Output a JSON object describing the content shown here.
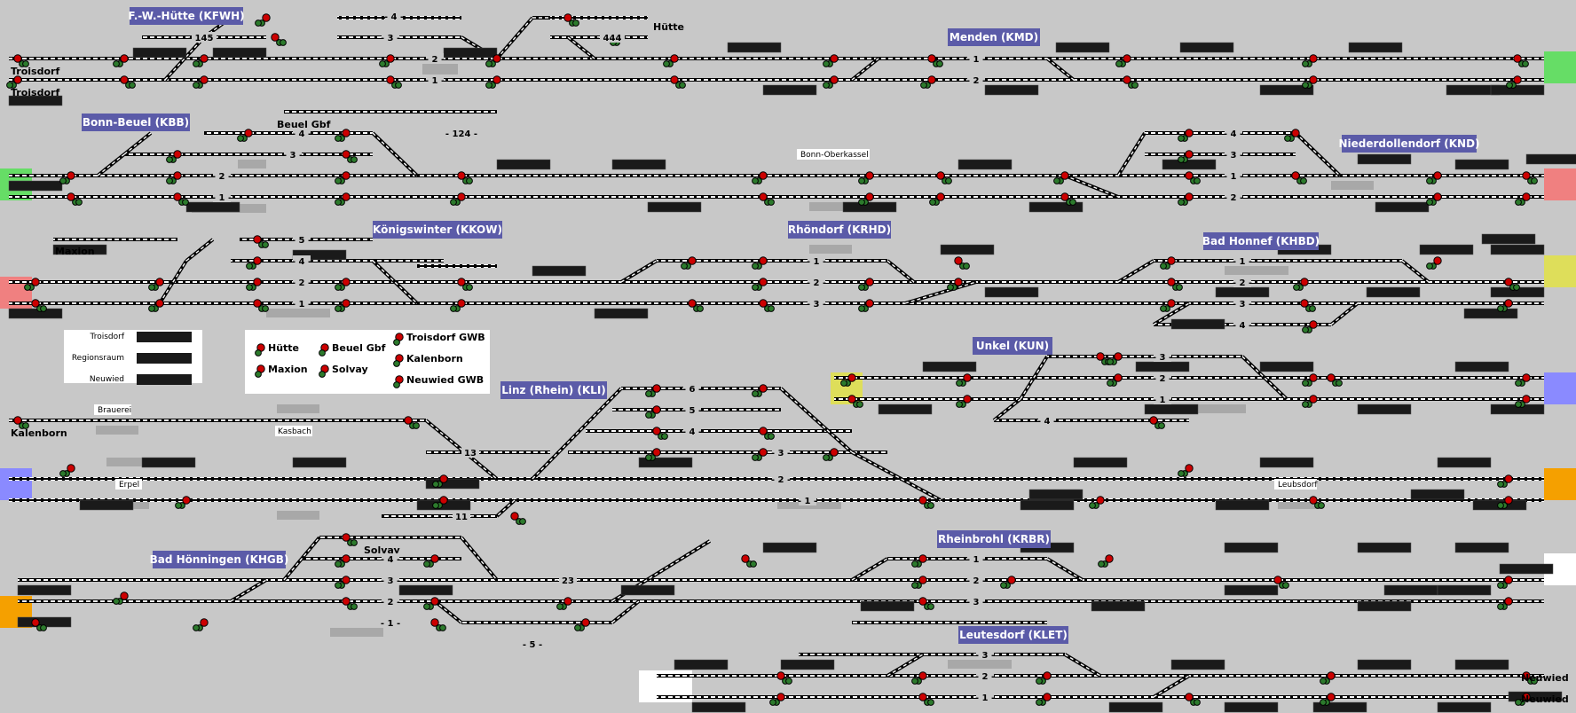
{
  "colors": {
    "background": "#c8c8c8",
    "track": "#000000",
    "track_dash": "#ffffff",
    "station_box": "#5b5ba8",
    "signal_red": "#cc0000",
    "signal_green": "#2c7a2c",
    "entry_green": "#66dd66",
    "entry_red": "#f08080",
    "entry_yellow": "#dede5a",
    "entry_blue": "#8a8aff",
    "entry_orange": "#f5a000",
    "entry_white": "#ffffff",
    "block_dark": "#1a1a1a",
    "shade": "#a8a8a8"
  },
  "stations": [
    {
      "id": "st-fwh",
      "label": "F.-W.-Hütte (KFWH)"
    },
    {
      "id": "st-kmd",
      "label": "Menden (KMD)"
    },
    {
      "id": "st-kbb",
      "label": "Bonn-Beuel (KBB)"
    },
    {
      "id": "st-knd",
      "label": "Niederdollendorf (KND)"
    },
    {
      "id": "st-kkow",
      "label": "Königswinter (KKOW)"
    },
    {
      "id": "st-krhd",
      "label": "Rhöndorf (KRHD)"
    },
    {
      "id": "st-khbd",
      "label": "Bad Honnef (KHBD)"
    },
    {
      "id": "st-kun",
      "label": "Unkel (KUN)"
    },
    {
      "id": "st-kli",
      "label": "Linz (Rhein) (KLI)"
    },
    {
      "id": "st-khgb",
      "label": "Bad Hönningen (KHGB)"
    },
    {
      "id": "st-krbr",
      "label": "Rheinbrohl (KRBR)"
    },
    {
      "id": "st-klet",
      "label": "Leutesdorf (KLET)"
    }
  ],
  "places": [
    {
      "id": "pl-troisdorf-1",
      "label": "Troisdorf"
    },
    {
      "id": "pl-troisdorf-2",
      "label": "Troisdorf"
    },
    {
      "id": "pl-huette",
      "label": "Hütte"
    },
    {
      "id": "pl-beuel-gbf",
      "label": "Beuel Gbf"
    },
    {
      "id": "pl-maxion",
      "label": "Maxion"
    },
    {
      "id": "pl-kalenborn",
      "label": "Kalenborn"
    },
    {
      "id": "pl-solvay",
      "label": "Solvay"
    },
    {
      "id": "pl-neuwied-1",
      "label": "Neuwied"
    },
    {
      "id": "pl-neuwied-2",
      "label": "Neuwied"
    }
  ],
  "small_labels": [
    {
      "id": "sl-bonn-oberkassel",
      "label": "Bonn-Oberkassel"
    },
    {
      "id": "sl-brauerei",
      "label": "Brauerei"
    },
    {
      "id": "sl-kasbach",
      "label": "Kasbach"
    },
    {
      "id": "sl-erpel",
      "label": "Erpel"
    },
    {
      "id": "sl-leubsdorf",
      "label": "Leubsdorf"
    }
  ],
  "legend_counters": {
    "rows": [
      {
        "label": "Troisdorf"
      },
      {
        "label": "Regionsraum"
      },
      {
        "label": "Neuwied"
      }
    ]
  },
  "legend_sidings": {
    "items": [
      {
        "label": "Hütte"
      },
      {
        "label": "Beuel Gbf"
      },
      {
        "label": "Troisdorf GWB"
      },
      {
        "label": "Maxion"
      },
      {
        "label": "Solvay"
      },
      {
        "label": "Kalenborn"
      },
      {
        "label": "Neuwied GWB"
      }
    ]
  },
  "track_numbers": [
    {
      "id": "tn-fwh-4",
      "label": "4"
    },
    {
      "id": "tn-fwh-3",
      "label": "3"
    },
    {
      "id": "tn-fwh-2",
      "label": "2"
    },
    {
      "id": "tn-fwh-1",
      "label": "1"
    },
    {
      "id": "tn-fwh-145",
      "label": "145"
    },
    {
      "id": "tn-huette-444",
      "label": "444"
    },
    {
      "id": "tn-kmd-1",
      "label": "1"
    },
    {
      "id": "tn-kmd-2",
      "label": "2"
    },
    {
      "id": "tn-kbb-4",
      "label": "4"
    },
    {
      "id": "tn-kbb-3",
      "label": "3"
    },
    {
      "id": "tn-kbb-2",
      "label": "2"
    },
    {
      "id": "tn-kbb-1",
      "label": "1"
    },
    {
      "id": "tn-beuel-124",
      "label": "124"
    },
    {
      "id": "tn-knd-4",
      "label": "4"
    },
    {
      "id": "tn-knd-3",
      "label": "3"
    },
    {
      "id": "tn-knd-1",
      "label": "1"
    },
    {
      "id": "tn-knd-2",
      "label": "2"
    },
    {
      "id": "tn-kkow-5",
      "label": "5"
    },
    {
      "id": "tn-kkow-4",
      "label": "4"
    },
    {
      "id": "tn-kkow-2",
      "label": "2"
    },
    {
      "id": "tn-kkow-1",
      "label": "1"
    },
    {
      "id": "tn-krhd-1",
      "label": "1"
    },
    {
      "id": "tn-krhd-2",
      "label": "2"
    },
    {
      "id": "tn-krhd-3",
      "label": "3"
    },
    {
      "id": "tn-khbd-1",
      "label": "1"
    },
    {
      "id": "tn-khbd-2",
      "label": "2"
    },
    {
      "id": "tn-khbd-3",
      "label": "3"
    },
    {
      "id": "tn-khbd-4",
      "label": "4"
    },
    {
      "id": "tn-kun-3",
      "label": "3"
    },
    {
      "id": "tn-kun-2",
      "label": "2"
    },
    {
      "id": "tn-kun-1",
      "label": "1"
    },
    {
      "id": "tn-kun-4",
      "label": "4"
    },
    {
      "id": "tn-kli-6",
      "label": "6"
    },
    {
      "id": "tn-kli-5",
      "label": "5"
    },
    {
      "id": "tn-kli-4",
      "label": "4"
    },
    {
      "id": "tn-kli-13",
      "label": "13"
    },
    {
      "id": "tn-kli-3",
      "label": "3"
    },
    {
      "id": "tn-kli-2",
      "label": "2"
    },
    {
      "id": "tn-kli-1",
      "label": "1"
    },
    {
      "id": "tn-kli-11",
      "label": "11"
    },
    {
      "id": "tn-khgb-4",
      "label": "4"
    },
    {
      "id": "tn-khgb-3",
      "label": "3"
    },
    {
      "id": "tn-khgb-2",
      "label": "2"
    },
    {
      "id": "tn-khgb-1",
      "label": "1"
    },
    {
      "id": "tn-khgb-5",
      "label": "5"
    },
    {
      "id": "tn-khgb-23",
      "label": "23"
    },
    {
      "id": "tn-krbr-1",
      "label": "1"
    },
    {
      "id": "tn-krbr-2",
      "label": "2"
    },
    {
      "id": "tn-krbr-3",
      "label": "3"
    },
    {
      "id": "tn-klet-3",
      "label": "3"
    },
    {
      "id": "tn-klet-2",
      "label": "2"
    },
    {
      "id": "tn-klet-1",
      "label": "1"
    }
  ]
}
